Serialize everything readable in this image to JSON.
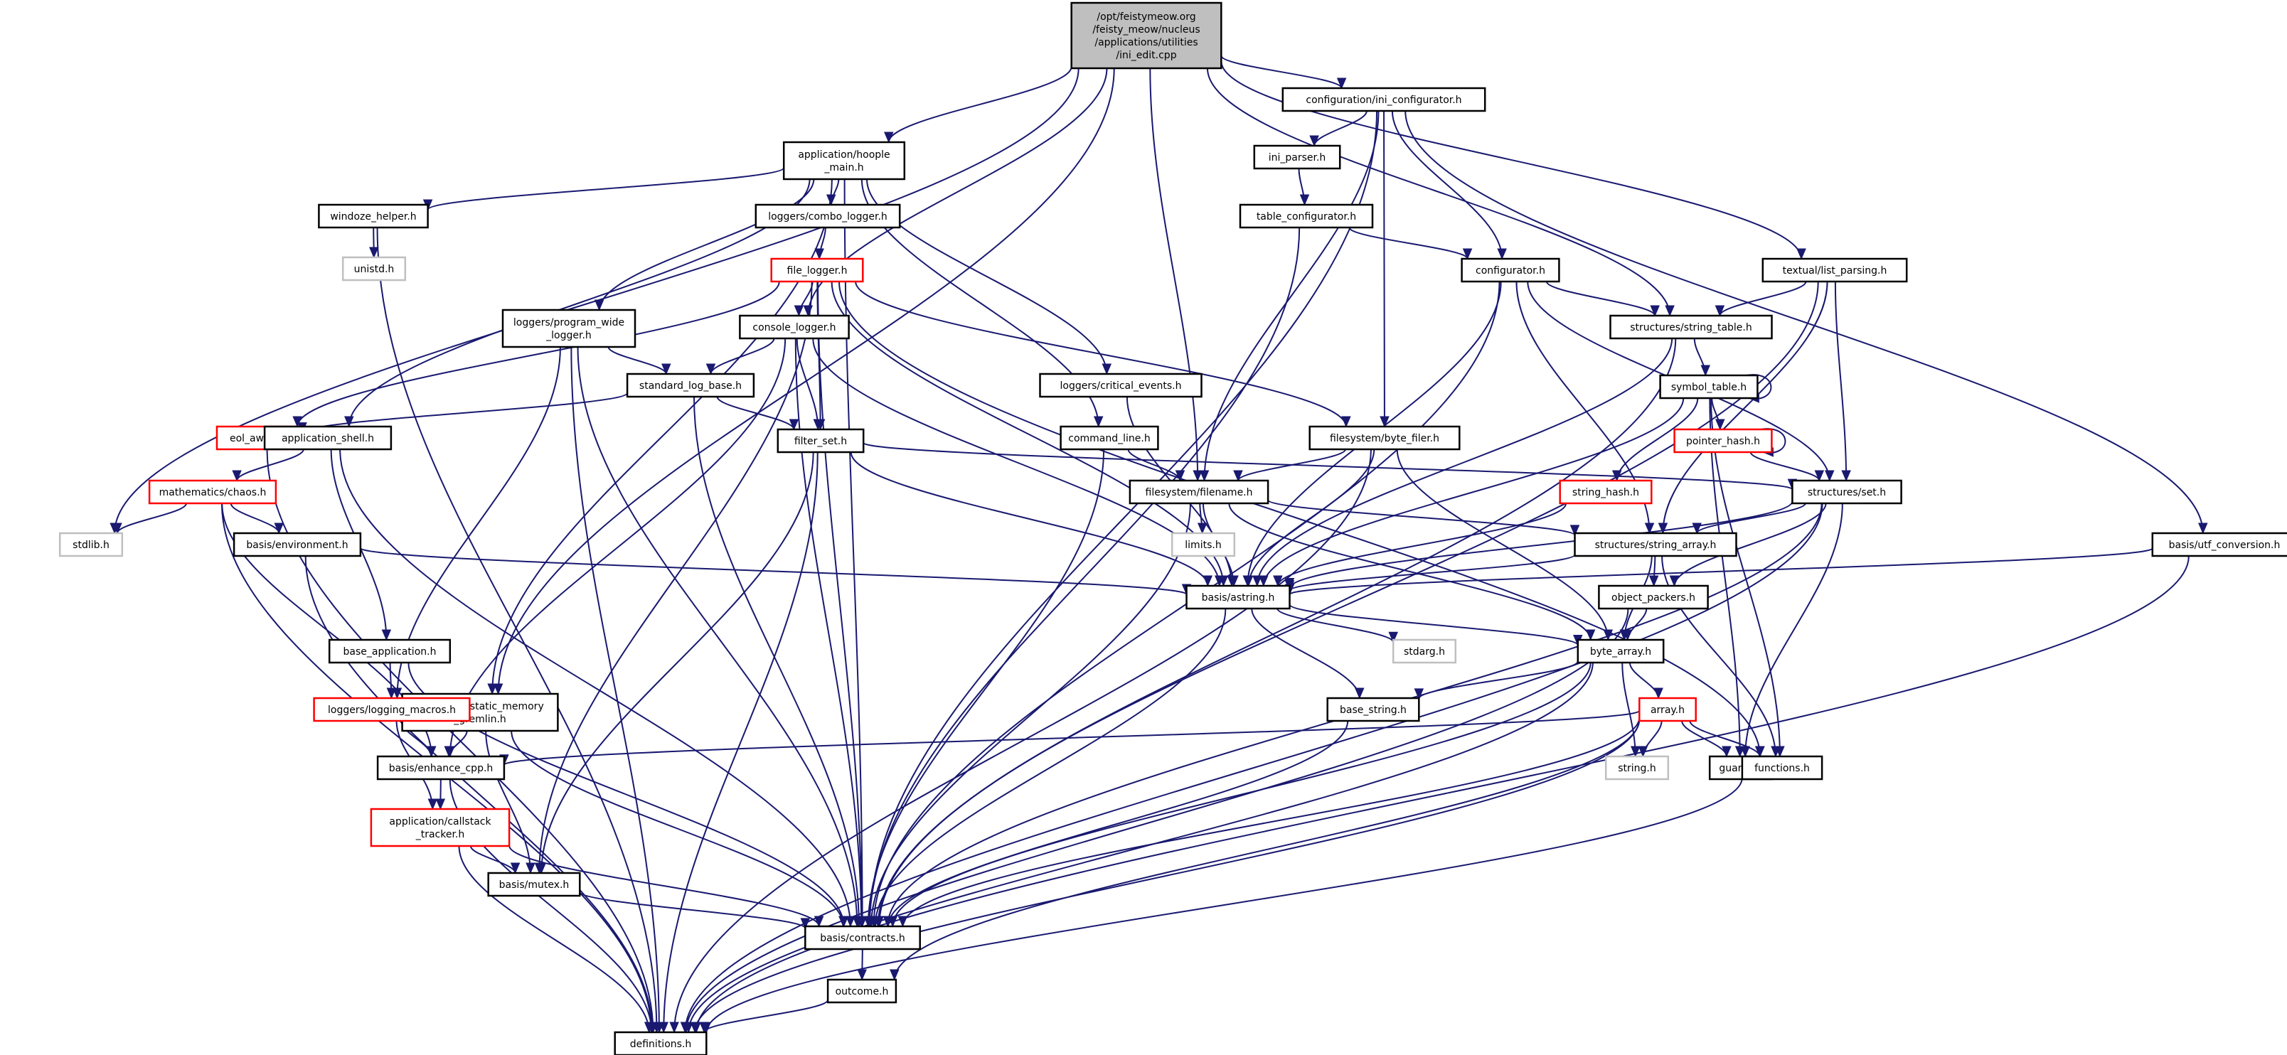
{
  "diagram": {
    "title": "Include dependency graph for ini_edit.cpp",
    "colors": {
      "edge": "#191970",
      "root_fill": "#bfbfbf",
      "missing_border": "#ff0000",
      "external_border": "#bfbfbf",
      "normal_border": "#000000"
    },
    "nodes": [
      {
        "id": "root",
        "lines": [
          "/opt/feistymeow.org",
          "/feisty_meow/nucleus",
          "/applications/utilities",
          "/ini_edit.cpp"
        ],
        "kind": "root"
      },
      {
        "id": "hoople_main",
        "lines": [
          "application/hoople",
          "_main.h"
        ],
        "kind": "normal"
      },
      {
        "id": "ini_configurator",
        "lines": [
          "configuration/ini_configurator.h"
        ],
        "kind": "normal"
      },
      {
        "id": "list_parsing",
        "lines": [
          "textual/list_parsing.h"
        ],
        "kind": "normal"
      },
      {
        "id": "windoze_helper",
        "lines": [
          "windoze_helper.h"
        ],
        "kind": "normal"
      },
      {
        "id": "unistd",
        "lines": [
          "unistd.h"
        ],
        "kind": "external"
      },
      {
        "id": "combo_logger",
        "lines": [
          "loggers/combo_logger.h"
        ],
        "kind": "normal"
      },
      {
        "id": "file_logger",
        "lines": [
          "file_logger.h"
        ],
        "kind": "missing"
      },
      {
        "id": "ini_parser",
        "lines": [
          "ini_parser.h"
        ],
        "kind": "normal"
      },
      {
        "id": "table_configurator",
        "lines": [
          "table_configurator.h"
        ],
        "kind": "normal"
      },
      {
        "id": "configurator",
        "lines": [
          "configurator.h"
        ],
        "kind": "normal"
      },
      {
        "id": "program_wide_logger",
        "lines": [
          "loggers/program_wide",
          "_logger.h"
        ],
        "kind": "normal"
      },
      {
        "id": "console_logger",
        "lines": [
          "console_logger.h"
        ],
        "kind": "normal"
      },
      {
        "id": "string_table",
        "lines": [
          "structures/string_table.h"
        ],
        "kind": "normal"
      },
      {
        "id": "symbol_table",
        "lines": [
          "symbol_table.h"
        ],
        "kind": "normal"
      },
      {
        "id": "standard_log_base",
        "lines": [
          "standard_log_base.h"
        ],
        "kind": "normal"
      },
      {
        "id": "critical_events",
        "lines": [
          "loggers/critical_events.h"
        ],
        "kind": "normal"
      },
      {
        "id": "eol_aware",
        "lines": [
          "eol_aware.h"
        ],
        "kind": "missing"
      },
      {
        "id": "application_shell",
        "lines": [
          "application_shell.h"
        ],
        "kind": "normal"
      },
      {
        "id": "filter_set",
        "lines": [
          "filter_set.h"
        ],
        "kind": "normal"
      },
      {
        "id": "command_line",
        "lines": [
          "command_line.h"
        ],
        "kind": "normal"
      },
      {
        "id": "byte_filer",
        "lines": [
          "filesystem/byte_filer.h"
        ],
        "kind": "normal"
      },
      {
        "id": "pointer_hash",
        "lines": [
          "pointer_hash.h"
        ],
        "kind": "missing"
      },
      {
        "id": "chaos",
        "lines": [
          "mathematics/chaos.h"
        ],
        "kind": "missing"
      },
      {
        "id": "filename",
        "lines": [
          "filesystem/filename.h"
        ],
        "kind": "normal"
      },
      {
        "id": "string_hash",
        "lines": [
          "string_hash.h"
        ],
        "kind": "missing"
      },
      {
        "id": "set",
        "lines": [
          "structures/set.h"
        ],
        "kind": "normal"
      },
      {
        "id": "stdlib",
        "lines": [
          "stdlib.h"
        ],
        "kind": "external"
      },
      {
        "id": "environment",
        "lines": [
          "basis/environment.h"
        ],
        "kind": "normal"
      },
      {
        "id": "limits",
        "lines": [
          "limits.h"
        ],
        "kind": "external"
      },
      {
        "id": "string_array",
        "lines": [
          "structures/string_array.h"
        ],
        "kind": "normal"
      },
      {
        "id": "utf_conversion",
        "lines": [
          "basis/utf_conversion.h"
        ],
        "kind": "normal"
      },
      {
        "id": "astring",
        "lines": [
          "basis/astring.h"
        ],
        "kind": "normal"
      },
      {
        "id": "object_packers",
        "lines": [
          "object_packers.h"
        ],
        "kind": "normal"
      },
      {
        "id": "stdarg",
        "lines": [
          "stdarg.h"
        ],
        "kind": "external"
      },
      {
        "id": "base_application",
        "lines": [
          "base_application.h"
        ],
        "kind": "normal"
      },
      {
        "id": "byte_array",
        "lines": [
          "byte_array.h"
        ],
        "kind": "normal"
      },
      {
        "id": "static_memory_gremlin",
        "lines": [
          "structures/static_memory",
          "_gremlin.h"
        ],
        "kind": "normal"
      },
      {
        "id": "logging_macros",
        "lines": [
          "loggers/logging_macros.h"
        ],
        "kind": "missing"
      },
      {
        "id": "base_string",
        "lines": [
          "base_string.h"
        ],
        "kind": "normal"
      },
      {
        "id": "array",
        "lines": [
          "array.h"
        ],
        "kind": "missing"
      },
      {
        "id": "enhance_cpp",
        "lines": [
          "basis/enhance_cpp.h"
        ],
        "kind": "normal"
      },
      {
        "id": "string_h",
        "lines": [
          "string.h"
        ],
        "kind": "external"
      },
      {
        "id": "guards",
        "lines": [
          "guards.h"
        ],
        "kind": "normal"
      },
      {
        "id": "functions",
        "lines": [
          "functions.h"
        ],
        "kind": "normal"
      },
      {
        "id": "callstack_tracker",
        "lines": [
          "application/callstack",
          "_tracker.h"
        ],
        "kind": "missing"
      },
      {
        "id": "mutex",
        "lines": [
          "basis/mutex.h"
        ],
        "kind": "normal"
      },
      {
        "id": "contracts",
        "lines": [
          "basis/contracts.h"
        ],
        "kind": "normal"
      },
      {
        "id": "outcome",
        "lines": [
          "outcome.h"
        ],
        "kind": "normal"
      },
      {
        "id": "definitions",
        "lines": [
          "definitions.h"
        ],
        "kind": "normal"
      }
    ],
    "edges": [
      [
        "root",
        "hoople_main"
      ],
      [
        "root",
        "ini_configurator"
      ],
      [
        "root",
        "list_parsing"
      ],
      [
        "root",
        "stdlib"
      ],
      [
        "root",
        "static_memory_gremlin"
      ],
      [
        "root",
        "console_logger"
      ],
      [
        "root",
        "filename"
      ],
      [
        "root",
        "string_table"
      ],
      [
        "hoople_main",
        "windoze_helper"
      ],
      [
        "hoople_main",
        "combo_logger"
      ],
      [
        "hoople_main",
        "program_wide_logger"
      ],
      [
        "hoople_main",
        "critical_events"
      ],
      [
        "hoople_main",
        "application_shell"
      ],
      [
        "hoople_main",
        "command_line"
      ],
      [
        "hoople_main",
        "static_memory_gremlin"
      ],
      [
        "hoople_main",
        "contracts"
      ],
      [
        "windoze_helper",
        "unistd"
      ],
      [
        "windoze_helper",
        "definitions"
      ],
      [
        "combo_logger",
        "file_logger"
      ],
      [
        "file_logger",
        "console_logger"
      ],
      [
        "file_logger",
        "eol_aware"
      ],
      [
        "file_logger",
        "filter_set"
      ],
      [
        "file_logger",
        "byte_filer"
      ],
      [
        "file_logger",
        "astring"
      ],
      [
        "file_logger",
        "mutex"
      ],
      [
        "file_logger",
        "contracts"
      ],
      [
        "file_logger",
        "functions"
      ],
      [
        "ini_configurator",
        "ini_parser"
      ],
      [
        "ini_configurator",
        "configurator"
      ],
      [
        "ini_configurator",
        "byte_filer"
      ],
      [
        "ini_configurator",
        "filename"
      ],
      [
        "ini_configurator",
        "contracts"
      ],
      [
        "ini_configurator",
        "utf_conversion"
      ],
      [
        "ini_parser",
        "table_configurator"
      ],
      [
        "table_configurator",
        "configurator"
      ],
      [
        "table_configurator",
        "contracts"
      ],
      [
        "configurator",
        "string_table"
      ],
      [
        "configurator",
        "set"
      ],
      [
        "configurator",
        "string_array"
      ],
      [
        "configurator",
        "astring"
      ],
      [
        "configurator",
        "contracts"
      ],
      [
        "list_parsing",
        "string_table"
      ],
      [
        "list_parsing",
        "set"
      ],
      [
        "list_parsing",
        "string_array"
      ],
      [
        "list_parsing",
        "contracts"
      ],
      [
        "program_wide_logger",
        "standard_log_base"
      ],
      [
        "program_wide_logger",
        "logging_macros"
      ],
      [
        "program_wide_logger",
        "contracts"
      ],
      [
        "program_wide_logger",
        "definitions"
      ],
      [
        "console_logger",
        "standard_log_base"
      ],
      [
        "console_logger",
        "filter_set"
      ],
      [
        "console_logger",
        "astring"
      ],
      [
        "console_logger",
        "enhance_cpp"
      ],
      [
        "console_logger",
        "contracts"
      ],
      [
        "string_table",
        "symbol_table"
      ],
      [
        "string_table",
        "astring"
      ],
      [
        "string_table",
        "contracts"
      ],
      [
        "symbol_table",
        "symbol_table"
      ],
      [
        "symbol_table",
        "pointer_hash"
      ],
      [
        "symbol_table",
        "string_hash"
      ],
      [
        "symbol_table",
        "astring"
      ],
      [
        "symbol_table",
        "guards"
      ],
      [
        "symbol_table",
        "functions"
      ],
      [
        "pointer_hash",
        "pointer_hash"
      ],
      [
        "pointer_hash",
        "set"
      ],
      [
        "standard_log_base",
        "eol_aware"
      ],
      [
        "standard_log_base",
        "filter_set"
      ],
      [
        "standard_log_base",
        "contracts"
      ],
      [
        "critical_events",
        "astring"
      ],
      [
        "eol_aware",
        "definitions"
      ],
      [
        "application_shell",
        "chaos"
      ],
      [
        "application_shell",
        "base_application"
      ],
      [
        "application_shell",
        "contracts"
      ],
      [
        "filter_set",
        "set"
      ],
      [
        "filter_set",
        "astring"
      ],
      [
        "filter_set",
        "mutex"
      ],
      [
        "filter_set",
        "definitions"
      ],
      [
        "command_line",
        "filename"
      ],
      [
        "command_line",
        "contracts"
      ],
      [
        "byte_filer",
        "filename"
      ],
      [
        "byte_filer",
        "astring"
      ],
      [
        "byte_filer",
        "byte_array"
      ],
      [
        "byte_filer",
        "definitions"
      ],
      [
        "chaos",
        "stdlib"
      ],
      [
        "chaos",
        "environment"
      ],
      [
        "chaos",
        "enhance_cpp"
      ],
      [
        "chaos",
        "definitions"
      ],
      [
        "filename",
        "limits"
      ],
      [
        "filename",
        "astring"
      ],
      [
        "filename",
        "string_array"
      ],
      [
        "filename",
        "byte_array"
      ],
      [
        "filename",
        "contracts"
      ],
      [
        "string_hash",
        "astring"
      ],
      [
        "set",
        "string_array"
      ],
      [
        "set",
        "astring"
      ],
      [
        "set",
        "object_packers"
      ],
      [
        "set",
        "guards"
      ],
      [
        "set",
        "contracts"
      ],
      [
        "set",
        "definitions"
      ],
      [
        "environment",
        "astring"
      ],
      [
        "environment",
        "definitions"
      ],
      [
        "string_array",
        "astring"
      ],
      [
        "string_array",
        "object_packers"
      ],
      [
        "string_array",
        "byte_array"
      ],
      [
        "string_array",
        "functions"
      ],
      [
        "utf_conversion",
        "astring"
      ],
      [
        "utf_conversion",
        "definitions"
      ],
      [
        "astring",
        "stdarg"
      ],
      [
        "astring",
        "base_string"
      ],
      [
        "astring",
        "byte_array"
      ],
      [
        "astring",
        "contracts"
      ],
      [
        "object_packers",
        "byte_array"
      ],
      [
        "object_packers",
        "definitions"
      ],
      [
        "base_application",
        "logging_macros"
      ],
      [
        "base_application",
        "contracts"
      ],
      [
        "byte_array",
        "base_string"
      ],
      [
        "byte_array",
        "array"
      ],
      [
        "byte_array",
        "string_h"
      ],
      [
        "byte_array",
        "contracts"
      ],
      [
        "byte_array",
        "definitions"
      ],
      [
        "static_memory_gremlin",
        "enhance_cpp"
      ],
      [
        "static_memory_gremlin",
        "mutex"
      ],
      [
        "static_memory_gremlin",
        "contracts"
      ],
      [
        "logging_macros",
        "enhance_cpp"
      ],
      [
        "logging_macros",
        "callstack_tracker"
      ],
      [
        "base_string",
        "contracts"
      ],
      [
        "array",
        "enhance_cpp"
      ],
      [
        "array",
        "string_h"
      ],
      [
        "array",
        "guards"
      ],
      [
        "array",
        "functions"
      ],
      [
        "array",
        "outcome"
      ],
      [
        "array",
        "contracts"
      ],
      [
        "array",
        "definitions"
      ],
      [
        "enhance_cpp",
        "callstack_tracker"
      ],
      [
        "enhance_cpp",
        "definitions"
      ],
      [
        "functions",
        "definitions"
      ],
      [
        "callstack_tracker",
        "mutex"
      ],
      [
        "callstack_tracker",
        "contracts"
      ],
      [
        "callstack_tracker",
        "definitions"
      ],
      [
        "mutex",
        "contracts"
      ],
      [
        "contracts",
        "outcome"
      ],
      [
        "outcome",
        "definitions"
      ]
    ]
  }
}
